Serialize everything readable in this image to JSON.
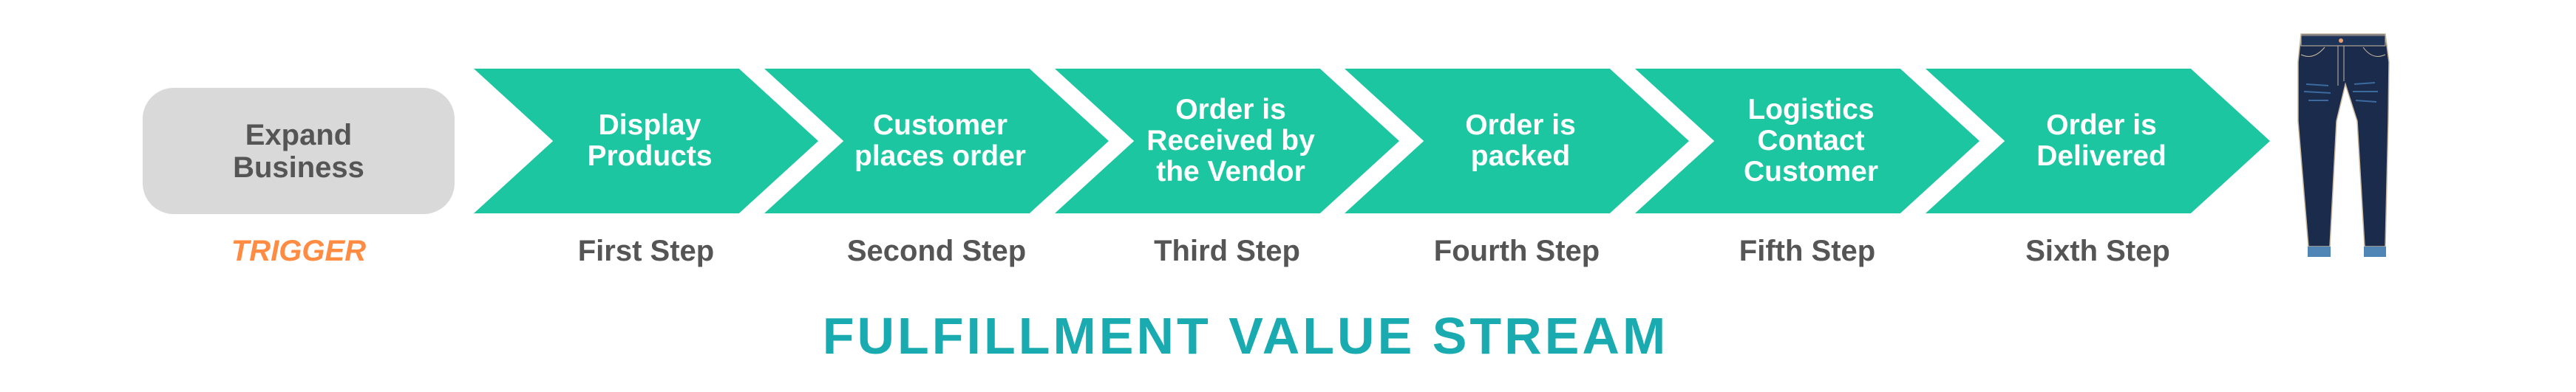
{
  "trigger": {
    "box_label": "Expand Business",
    "label": "TRIGGER"
  },
  "steps": [
    {
      "text": "Display Products",
      "label": "First Step"
    },
    {
      "text": "Customer places order",
      "label": "Second Step"
    },
    {
      "text": "Order is Received by the Vendor",
      "label": "Third Step"
    },
    {
      "text": "Order is packed",
      "label": "Fourth Step"
    },
    {
      "text": "Logistics Contact Customer",
      "label": "Fifth Step"
    },
    {
      "text": "Order is Delivered",
      "label": "Sixth Step"
    }
  ],
  "title": "FULFILLMENT VALUE STREAM",
  "product_icon": "jeans-icon",
  "colors": {
    "chevron": "#1bc6a0",
    "trigger_box": "#d9d9d9",
    "trigger_label": "#ff8c42",
    "title": "#1aabb0",
    "text": "#555555"
  }
}
